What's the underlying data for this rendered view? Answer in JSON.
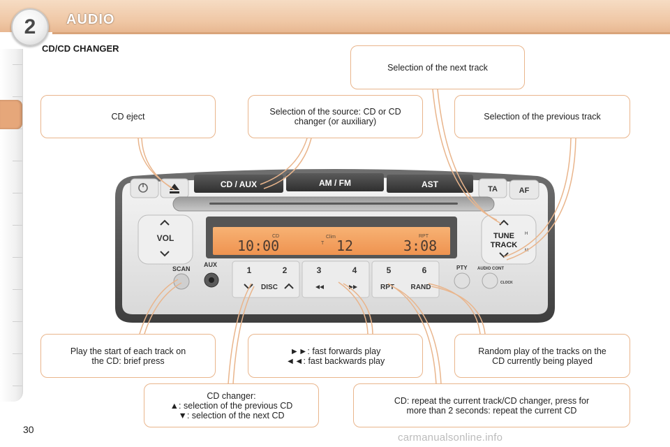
{
  "header": {
    "chapter_number": "2",
    "title": "AUDIO"
  },
  "section_title": "CD/CD CHANGER",
  "callouts": {
    "next_track": "Selection of the next track",
    "cd_eject": "CD eject",
    "source": [
      "Selection of the source: CD or CD",
      "changer (or auxiliary)"
    ],
    "previous_track": "Selection of the previous track",
    "scan": [
      "Play the start of each track on",
      "the CD: brief press"
    ],
    "ffwd": [
      ": fast forwards play",
      ": fast backwards play"
    ],
    "random": [
      "Random play of the tracks on the",
      "CD currently being played"
    ],
    "changer": [
      "CD changer:",
      ": selection of the previous CD",
      ": selection of the next CD"
    ],
    "repeat": [
      "CD: repeat the current track/CD changer, press for",
      "more than 2 seconds: repeat the current CD"
    ]
  },
  "radio": {
    "buttons": {
      "cd_aux": "CD / AUX",
      "am_fm": "AM / FM",
      "ast": "AST",
      "ta": "TA",
      "af": "AF",
      "vol": "VOL",
      "tune": "TUNE",
      "track": "TRACK",
      "scan": "SCAN",
      "aux": "AUX",
      "pty": "PTY",
      "audio_cont": "AUDIO CONT",
      "clock": "CLOCK",
      "disc": "DISC",
      "rpt": "RPT",
      "rand": "RAND",
      "preset_1": "1",
      "preset_2": "2",
      "preset_3": "3",
      "preset_4": "4",
      "preset_5": "5",
      "preset_6": "6",
      "h": "H",
      "m": "M"
    },
    "display": {
      "time": "10:00",
      "cd": "CD",
      "clim": "Clim",
      "t": "T",
      "track_no": "12",
      "rpt": "RPT",
      "elapsed": "3:08"
    }
  },
  "page_number": "30",
  "watermark": "carmanualsonline.info",
  "colors": {
    "accent": "#e9b58c",
    "header": "#efc6a3",
    "display": "#f3a260"
  },
  "icons": {
    "eject": "eject-icon",
    "power": "power-icon",
    "ffwd": "fast-forward-icon",
    "rew": "rewind-icon",
    "up": "triangle-up-icon",
    "down": "triangle-down-icon"
  }
}
